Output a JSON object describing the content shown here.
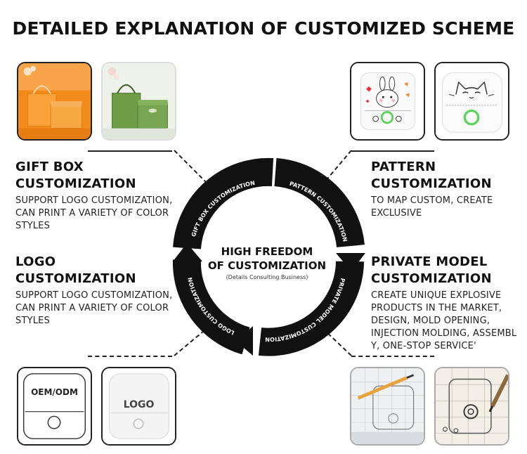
{
  "page": {
    "title": "DETAILED EXPLANATION OF CUSTOMIZED SCHEME"
  },
  "center": {
    "title_line1": "HIGH FREEDOM",
    "title_line2": "OF CUSTOMIZATION",
    "subtitle": "(Details Consulting Business)"
  },
  "ring_labels": {
    "gift_box": "GIFT BOX CUSTOMIZATION",
    "pattern": "PATTERN CUSTOMIZATION",
    "private_model": "PRIVATE MODEL CUSTOMIZATION",
    "logo": "LOGO CUSTOMIZATION"
  },
  "sections": {
    "gift_box": {
      "title_line1": "GIFT BOX",
      "title_line2": "CUSTOMIZATION",
      "desc_line1": "SUPPORT LOGO CUSTOMIZATION,",
      "desc_line2": "CAN PRINT A VARIETY OF COLOR",
      "desc_line3": "STYLES"
    },
    "pattern": {
      "title_line1": "PATTERN",
      "title_line2": "CUSTOMIZATION",
      "desc_line1": "TO MAP CUSTOM, CREATE",
      "desc_line2": "EXCLUSIVE"
    },
    "logo": {
      "title_line1": "LOGO",
      "title_line2": "CUSTOMIZATION",
      "desc_line1": "SUPPORT LOGO CUSTOMIZATION,",
      "desc_line2": "CAN PRINT A VARIETY OF COLOR",
      "desc_line3": "STYLES"
    },
    "private_model": {
      "title_line1": "PRIVATE MODEL",
      "title_line2": "CUSTOMIZATION",
      "desc_line1": "CREATE UNIQUE EXPLOSIVE",
      "desc_line2": "PRODUCTS IN THE MARKET,",
      "desc_line3": "DESIGN, MOLD OPENING,",
      "desc_line4": "INJECTION MOLDING, ASSEMBL",
      "desc_line5": "Y, ONE-STOP SERVICE'"
    }
  },
  "tiles": {
    "oem_label": "OEM/ODM",
    "logo_label": "LOGO"
  },
  "colors": {
    "ring": "#111111",
    "orange_box": "#f39a2a",
    "green_box": "#6a9a45",
    "accent_green": "#6bd36b"
  }
}
